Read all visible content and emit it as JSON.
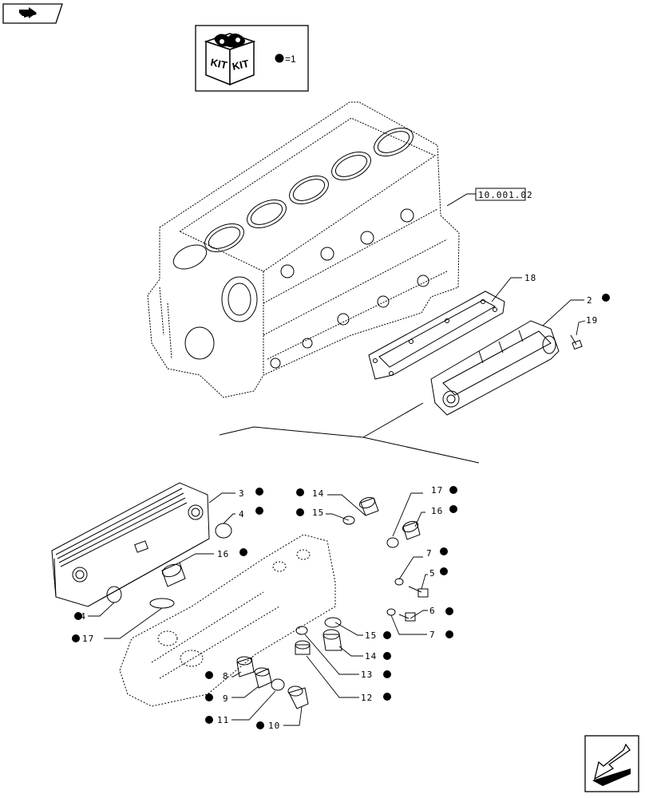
{
  "kit_legend": {
    "kit_word": "KIT",
    "equals_text": "=1"
  },
  "reference": {
    "code": "10.001.02"
  },
  "callouts": [
    {
      "id": "18",
      "text": "18"
    },
    {
      "id": "2",
      "text": "2"
    },
    {
      "id": "19",
      "text": "19"
    },
    {
      "id": "3",
      "text": "3"
    },
    {
      "id": "4a",
      "text": "4"
    },
    {
      "id": "16a",
      "text": "16"
    },
    {
      "id": "4b",
      "text": "4"
    },
    {
      "id": "17a",
      "text": "17"
    },
    {
      "id": "14a",
      "text": "14"
    },
    {
      "id": "15a",
      "text": "15"
    },
    {
      "id": "17b",
      "text": "17"
    },
    {
      "id": "16b",
      "text": "16"
    },
    {
      "id": "7a",
      "text": "7"
    },
    {
      "id": "5",
      "text": "5"
    },
    {
      "id": "6",
      "text": "6"
    },
    {
      "id": "7b",
      "text": "7"
    },
    {
      "id": "15b",
      "text": "15"
    },
    {
      "id": "14b",
      "text": "14"
    },
    {
      "id": "13",
      "text": "13"
    },
    {
      "id": "12",
      "text": "12"
    },
    {
      "id": "8",
      "text": "8"
    },
    {
      "id": "9",
      "text": "9"
    },
    {
      "id": "11",
      "text": "11"
    },
    {
      "id": "10",
      "text": "10"
    }
  ],
  "icons": {
    "top_left": "book-arrow-icon",
    "bottom_right": "next-page-arrow-icon",
    "kit": "kit-box-icon",
    "bullet": "kit-marker-dot"
  }
}
